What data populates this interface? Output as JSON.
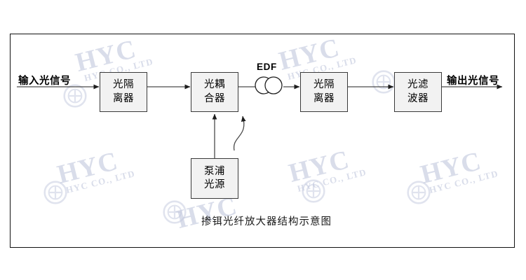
{
  "diagram": {
    "caption": "掺铒光纤放大器结构示意图",
    "frame_color": "#111111",
    "block_fill": "#f2f2f2",
    "block_border": "#3a3a3a",
    "line_color": "#4a4a4a",
    "blocks": [
      {
        "id": "optical-isolator-1",
        "line1": "光隔",
        "line2": "离器"
      },
      {
        "id": "optical-coupler",
        "line1": "光耦",
        "line2": "合器"
      },
      {
        "id": "optical-isolator-2",
        "line1": "光隔",
        "line2": "离器"
      },
      {
        "id": "optical-filter",
        "line1": "光滤",
        "line2": "波器"
      },
      {
        "id": "pump-source",
        "line1": "泵浦",
        "line2": "光源"
      }
    ],
    "labels": {
      "input_signal": "输入光信号",
      "output_signal": "输出光信号",
      "edf": "EDF"
    }
  },
  "watermark": {
    "main_text": "HYC",
    "sub_text": "HYC CO., LTD",
    "color": "#c3c9de",
    "logo_name": "hyc-globe-logo"
  }
}
